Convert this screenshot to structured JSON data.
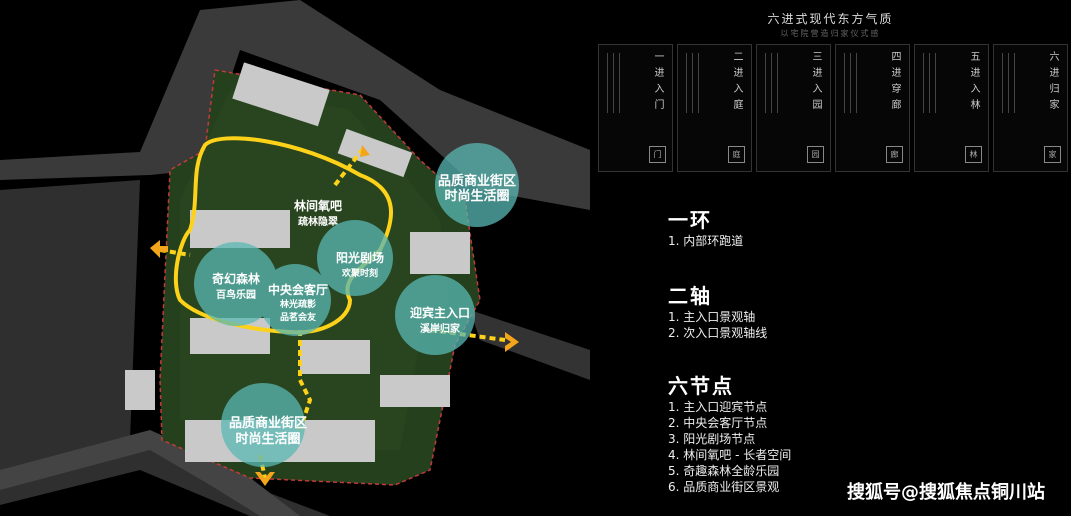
{
  "map": {
    "labels": {
      "loop_path": "林间氧吧",
      "loop_path_sub": "疏林隐翠",
      "forest": "奇幻森林",
      "forest_sub": "百鸟乐园",
      "theatre": "阳光剧场",
      "theatre_sub": "欢聚时刻",
      "club": "中央会客厅",
      "club_sub1": "林光疏影",
      "club_sub2": "品茗会友",
      "entrance": "迎宾主入口",
      "entrance_sub": "溪岸归家",
      "commercial_top": "品质商业街区",
      "commercial_top_sub": "时尚生活圈",
      "commercial_bottom": "品质商业街区",
      "commercial_bottom_sub": "时尚生活圈"
    },
    "colors": {
      "green": "#1f3a1a",
      "yellow": "#ffd21a",
      "teal": "#59b8b4",
      "orange": "#f3a51c"
    }
  },
  "top": {
    "title": "六进式现代东方气质",
    "subtitle": "以宅院营造归家仪式感"
  },
  "panels": [
    {
      "title": "一进入门",
      "seal": "门"
    },
    {
      "title": "二进入庭",
      "seal": "庭"
    },
    {
      "title": "三进入园",
      "seal": "园"
    },
    {
      "title": "四进穿廊",
      "seal": "廊"
    },
    {
      "title": "五进入林",
      "seal": "林"
    },
    {
      "title": "六进归家",
      "seal": "家"
    }
  ],
  "sections": {
    "ring": {
      "title": "一环",
      "items": [
        "1. 内部环跑道"
      ]
    },
    "axis": {
      "title": "二轴",
      "items": [
        "1. 主入口景观轴",
        "2. 次入口景观轴线"
      ]
    },
    "nodes": {
      "title": "六节点",
      "items": [
        "1. 主入口迎宾节点",
        "2. 中央会客厅节点",
        "3. 阳光剧场节点",
        "4. 林间氧吧 - 长者空间",
        "5. 奇趣森林全龄乐园",
        "6. 品质商业街区景观"
      ]
    }
  },
  "watermark": "搜狐号@搜狐焦点铜川站"
}
